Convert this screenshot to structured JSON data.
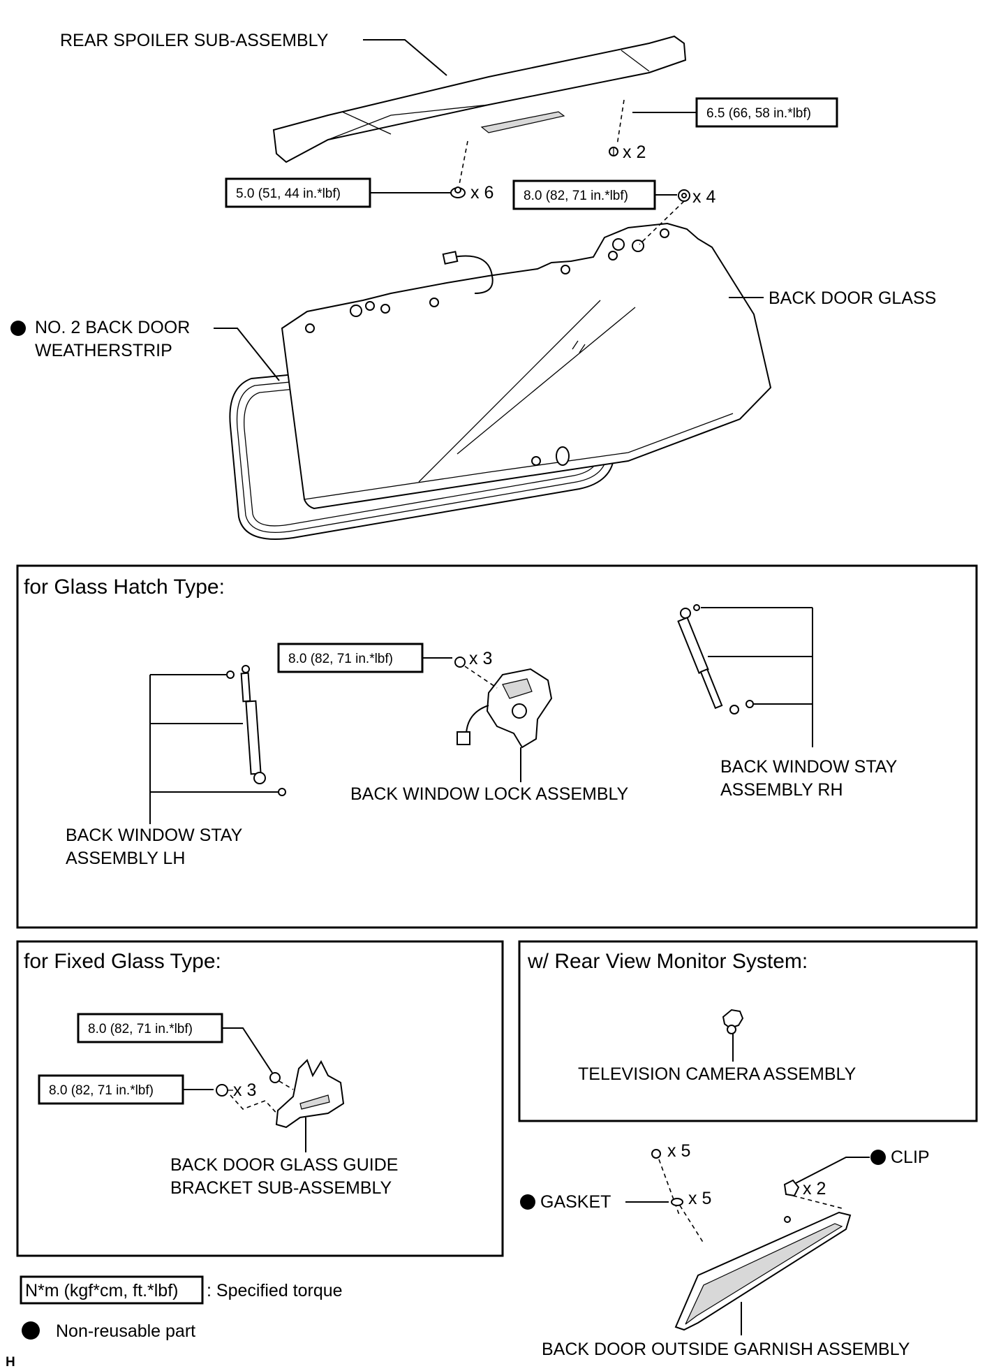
{
  "labels": {
    "rear_spoiler": "REAR SPOILER SUB-ASSEMBLY",
    "back_door_glass": "BACK DOOR GLASS",
    "weatherstrip_line1": "NO. 2 BACK DOOR",
    "weatherstrip_line2": "WEATHERSTRIP",
    "window_lock": "BACK WINDOW LOCK ASSEMBLY",
    "stay_rh_line1": "BACK WINDOW STAY",
    "stay_rh_line2": "ASSEMBLY RH",
    "stay_lh_line1": "BACK WINDOW STAY",
    "stay_lh_line2": "ASSEMBLY LH",
    "guide_bracket_line1": "BACK DOOR GLASS GUIDE",
    "guide_bracket_line2": "BRACKET SUB-ASSEMBLY",
    "tv_camera": "TELEVISION CAMERA ASSEMBLY",
    "garnish": "BACK DOOR OUTSIDE GARNISH ASSEMBLY",
    "gasket": "GASKET",
    "clip": "CLIP",
    "corner_mark": "H"
  },
  "torques": {
    "spoiler_upper": "6.5 (66, 58 in.*lbf)",
    "spoiler_lower": "5.0 (51, 44 in.*lbf)",
    "glass": "8.0 (82, 71 in.*lbf)",
    "lock": "8.0 (82, 71 in.*lbf)",
    "bracket_upper": "8.0 (82, 71 in.*lbf)",
    "bracket_lower": "8.0 (82, 71 in.*lbf)"
  },
  "quantities": {
    "spoiler_upper": "x 2",
    "spoiler_lower": "x 6",
    "glass": "x 4",
    "lock": "x 3",
    "bracket": "x 3",
    "garnish_top": "x 5",
    "gasket": "x 5",
    "clip": "x 2"
  },
  "panels": {
    "glass_hatch": "for Glass Hatch Type:",
    "fixed_glass": "for Fixed Glass Type:",
    "rear_view": "w/ Rear View Monitor System:"
  },
  "legend": {
    "torque_key": "N*m (kgf*cm, ft.*lbf)",
    "torque_desc": ": Specified torque",
    "nonreusable_desc": "Non-reusable part"
  }
}
